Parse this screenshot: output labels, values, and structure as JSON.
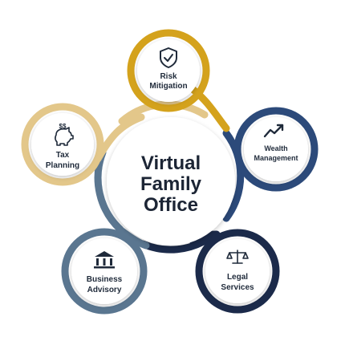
{
  "center": {
    "lines": [
      "Virtual",
      "Family",
      "Office"
    ]
  },
  "nodes": [
    {
      "id": "risk",
      "lines": [
        "Risk",
        "Mitigation"
      ],
      "icon": "shield-check-icon",
      "ring_color": "#D4A21C"
    },
    {
      "id": "wealth",
      "lines": [
        "Wealth",
        "Management"
      ],
      "icon": "trend-up-icon",
      "ring_color": "#2C4A7A"
    },
    {
      "id": "legal",
      "lines": [
        "Legal",
        "Services"
      ],
      "icon": "scales-icon",
      "ring_color": "#1B2A4A"
    },
    {
      "id": "business",
      "lines": [
        "Business",
        "Advisory"
      ],
      "icon": "bank-building-icon",
      "ring_color": "#5A7690"
    },
    {
      "id": "tax",
      "lines": [
        "Tax",
        "Planning"
      ],
      "icon": "piggy-bank-icon",
      "ring_color": "#E3C78A"
    }
  ],
  "tax_icon_badge": "$$"
}
